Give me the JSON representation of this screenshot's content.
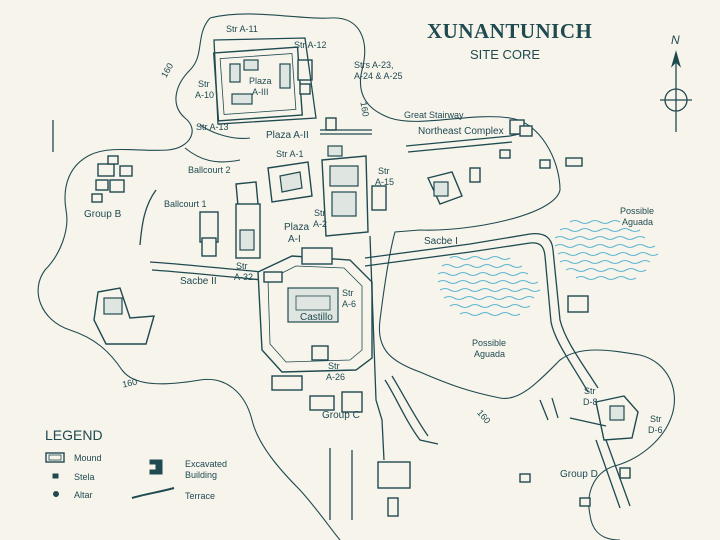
{
  "title": "XUNANTUNICH",
  "subtitle": "SITE CORE",
  "north_label": "N",
  "colors": {
    "ink": "#1f4a50",
    "water": "#5fb7cf",
    "paper": "#f7f4ec"
  },
  "labels": {
    "str_a11": "Str A-11",
    "str_a12": "Str A-12",
    "strs_a23_l1": "Strs A-23,",
    "strs_a23_l2": "A-24 & A-25",
    "plaza_a3_l1": "Plaza",
    "plaza_a3_l2": "A-III",
    "str_a10_l1": "Str",
    "str_a10_l2": "A-10",
    "str_a13": "Str A-13",
    "plaza_a2": "Plaza A-II",
    "great_stairway": "Great Stairway",
    "northeast_complex": "Northeast Complex",
    "ballcourt2": "Ballcourt 2",
    "str_a1": "Str A-1",
    "str_a15_l1": "Str",
    "str_a15_l2": "A-15",
    "group_b": "Group B",
    "ballcourt1": "Ballcourt 1",
    "str_a2_l1": "Str",
    "str_a2_l2": "A-2",
    "plaza_a1_l1": "Plaza",
    "plaza_a1_l2": "A-I",
    "sacbe1": "Sacbe I",
    "possible_aguada_ne_l1": "Possible",
    "possible_aguada_ne_l2": "Aguada",
    "str_a32_l1": "Str",
    "str_a32_l2": "A-32",
    "sacbe2": "Sacbe II",
    "str_a6_l1": "Str",
    "str_a6_l2": "A-6",
    "castillo": "Castillo",
    "possible_aguada_l1": "Possible",
    "possible_aguada_l2": "Aguada",
    "str_a26_l1": "Str",
    "str_a26_l2": "A-26",
    "str_d8_l1": "Str",
    "str_d8_l2": "D-8",
    "str_d6_l1": "Str",
    "str_d6_l2": "D-6",
    "group_c": "Group C",
    "group_d": "Group D"
  },
  "contours": {
    "c160_nw": "160",
    "c160_n": "160",
    "c160_sw": "160",
    "c160_se": "160"
  },
  "legend": {
    "heading": "LEGEND",
    "mound": "Mound",
    "stela": "Stela",
    "altar": "Altar",
    "excavated_l1": "Excavated",
    "excavated_l2": "Building",
    "terrace": "Terrace"
  }
}
